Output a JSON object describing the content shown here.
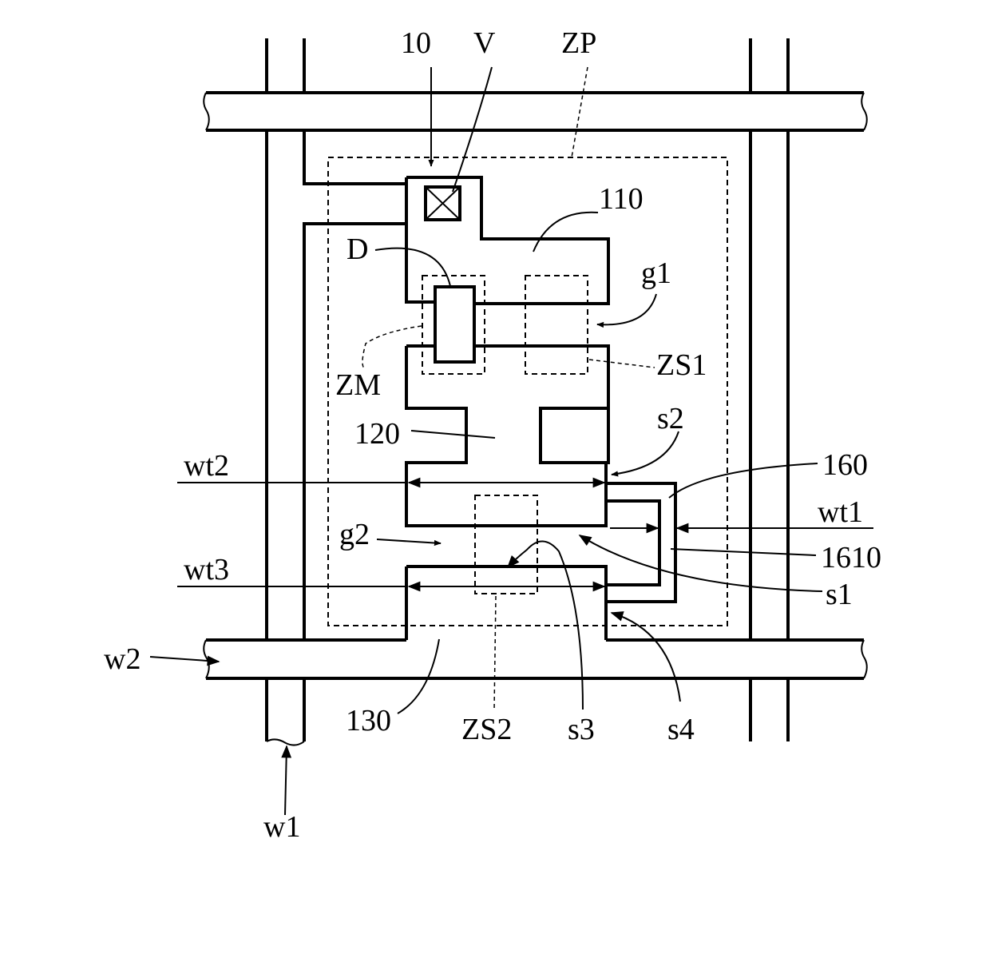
{
  "labels": {
    "l10": "10",
    "lV": "V",
    "lZP": "ZP",
    "l110": "110",
    "lD": "D",
    "lg1": "g1",
    "lZM": "ZM",
    "lZS1": "ZS1",
    "l120": "120",
    "ls2": "s2",
    "lwt2": "wt2",
    "l160": "160",
    "lwt1": "wt1",
    "lg2": "g2",
    "l1610": "1610",
    "lwt3": "wt3",
    "ls1": "s1",
    "lw2": "w2",
    "l130": "130",
    "lZS2": "ZS2",
    "ls3": "s3",
    "ls4": "s4",
    "lw1": "w1"
  }
}
